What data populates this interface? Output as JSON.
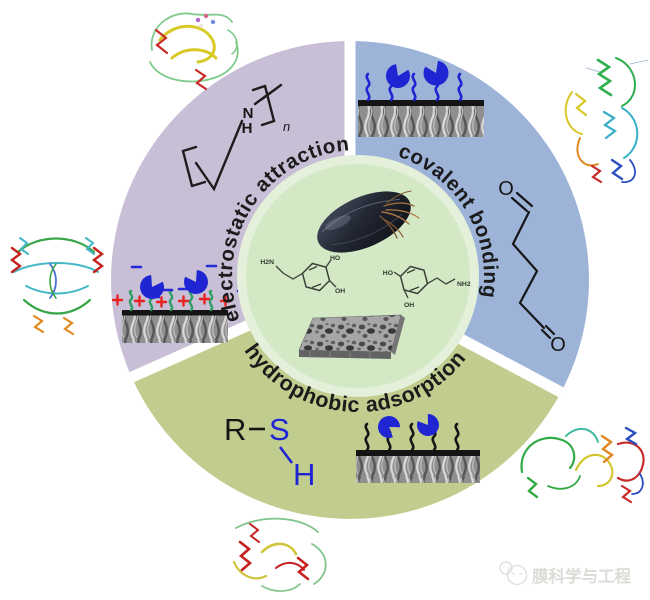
{
  "figure_type": "graphical-abstract-diagram",
  "background_color": "#ffffff",
  "center_circle": {
    "fill": "#d3e9c6",
    "ring_fill": "#e4f0da",
    "contents": [
      "mussel",
      "dopamine structure left",
      "dopamine structure right",
      "porous membrane slab"
    ],
    "dopamine_left": {
      "amine_label": "H2N",
      "hydroxyl_top": "HO",
      "hydroxyl_bottom": "OH"
    },
    "dopamine_right": {
      "hydroxyl_left": "HO",
      "hydroxyl_bottom": "OH",
      "amine_label": "NH2"
    }
  },
  "sectors": {
    "electrostatic": {
      "label": "electrostatic attraction",
      "color": "#c8bfd6",
      "polymer_n_label": "N",
      "polymer_h_label": "H",
      "polymer_repeat_label": "n",
      "plus_color": "#e8231f",
      "minus_color": "#2329d8",
      "chain_color": "#2e9e66"
    },
    "covalent": {
      "label": "covalent bonding",
      "color": "#9db3d7",
      "aldehyde_o_top": "O",
      "aldehyde_o_bottom": "O",
      "chain_color": "#1f25d2"
    },
    "hydrophobic": {
      "label": "hydrophobic adsorption",
      "color": "#c0cd8e",
      "thiol_r": "R",
      "thiol_s": "S",
      "thiol_h": "H",
      "chain_color": "#161616"
    }
  },
  "protein_blob_color": "#1f25d2",
  "watermark": {
    "text": "膜科学与工程",
    "color": "#dbdbd7"
  }
}
